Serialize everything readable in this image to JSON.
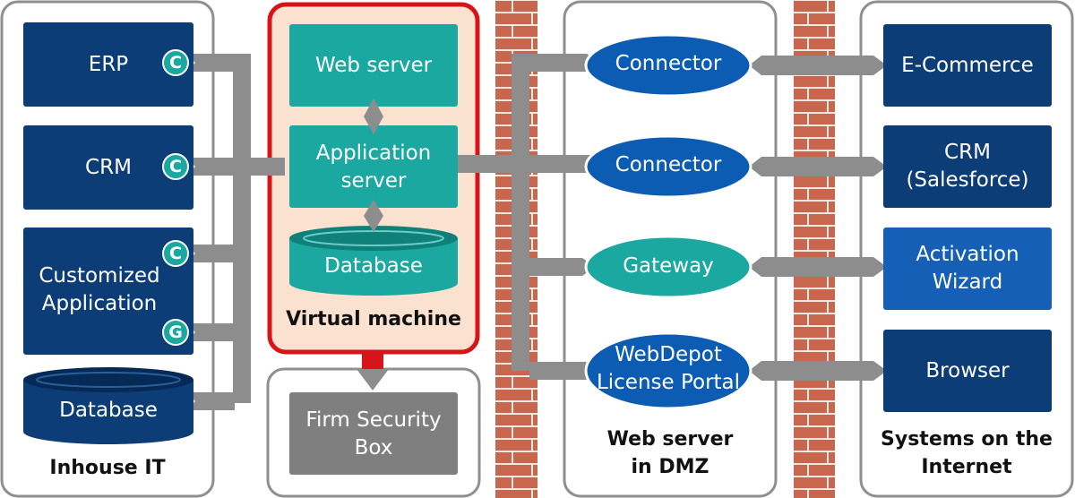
{
  "colors": {
    "navy": "#0c3d77",
    "navy_dark": "#062a56",
    "teal": "#1aa8a0",
    "teal_dark": "#10807a",
    "bright_blue": "#1560b6",
    "oval_blue": "#0d5cb4",
    "vm_fill": "#fbe2d0",
    "vm_border": "#d8141b",
    "panel_border": "#8f8f8f",
    "connector_gray": "#8d8d8d",
    "security_box": "#7f7f7f",
    "brick": "#c8664e",
    "mortar": "#f4e9e3"
  },
  "inhouse": {
    "title": "Inhouse IT",
    "erp": "ERP",
    "crm": "CRM",
    "custom_app": "Customized\nApplication",
    "database": "Database",
    "badge_c": "C",
    "badge_g": "G"
  },
  "virtual_machine": {
    "title": "Virtual machine",
    "web_server": "Web server",
    "app_server": "Application\nserver",
    "database": "Database"
  },
  "security_box": {
    "label": "Firm Security\nBox"
  },
  "dmz": {
    "title": "Web server\nin DMZ",
    "connector_1": "Connector",
    "connector_2": "Connector",
    "gateway": "Gateway",
    "portal": "WebDepot\nLicense Portal"
  },
  "internet": {
    "title": "Systems on the\nInternet",
    "ecommerce": "E-Commerce",
    "crm": "CRM\n(Salesforce)",
    "activation": "Activation\nWizard",
    "browser": "Browser"
  }
}
